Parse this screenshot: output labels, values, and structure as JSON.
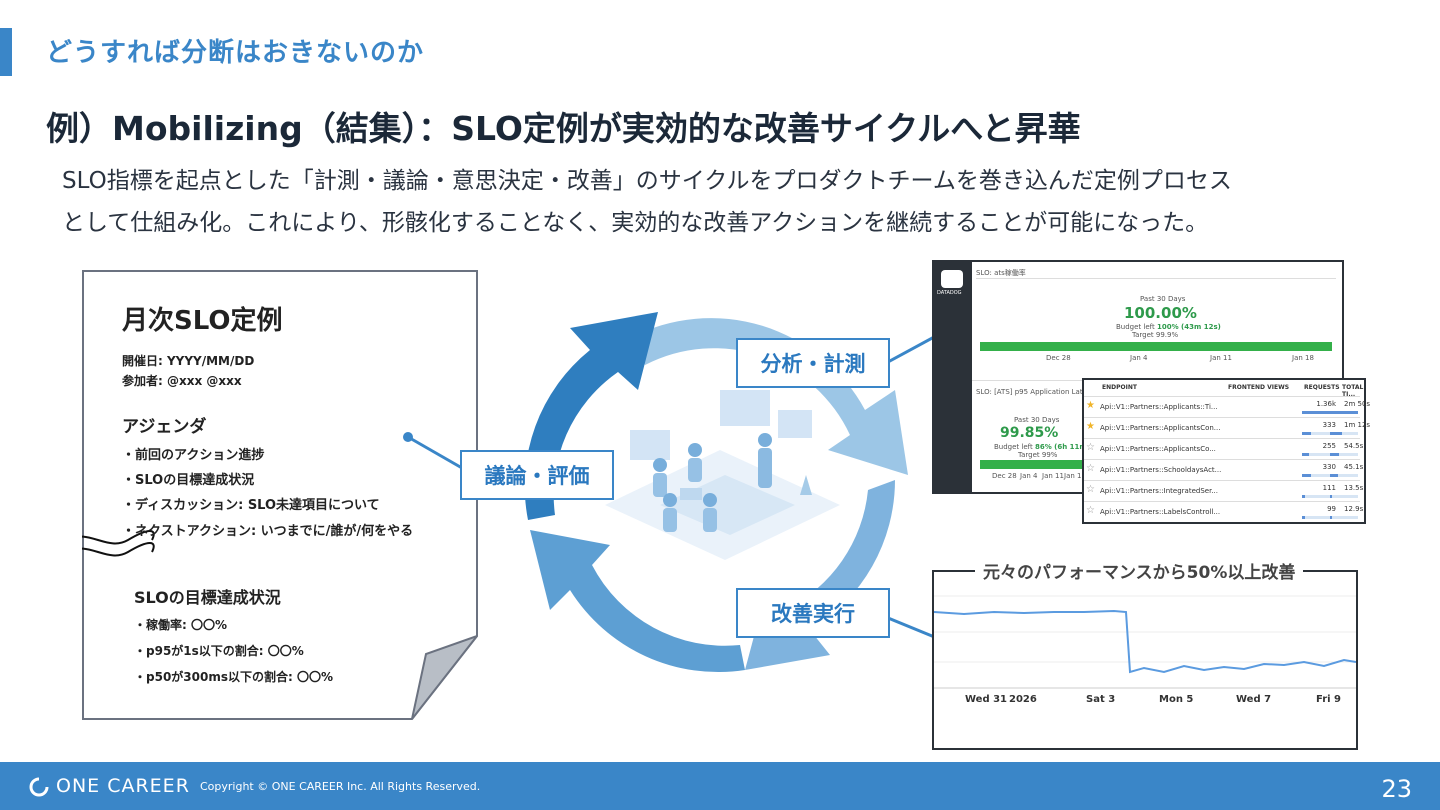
{
  "header": {
    "section_title": "どうすれば分断はおきないのか",
    "heading": "例）Mobilizing（結集）：SLO定例が実効的な改善サイクルへと昇華",
    "lead_line1": "SLO指標を起点とした「計測・議論・意思決定・改善」のサイクルをプロダクトチームを巻き込んだ定例プロセス",
    "lead_line2": "として仕組み化。これにより、形骸化することなく、実効的な改善アクションを継続することが可能になった。"
  },
  "document": {
    "title": "月次SLO定例",
    "date_line": "開催日: YYYY/MM/DD",
    "attendees_line": "参加者: @xxx @xxx",
    "agenda_heading": "アジェンダ",
    "agenda_items": [
      "・前回のアクション進捗",
      "・SLOの目標達成状況",
      "・ディスカッション: SLO未達項目について",
      "・ネクストアクション: いつまでに/誰が/何をやる"
    ],
    "status_heading": "SLOの目標達成状況",
    "status_items": [
      "・稼働率: 〇〇%",
      "・p95が1s以下の割合: 〇〇%",
      "・p50が300ms以下の割合: 〇〇%"
    ]
  },
  "cycle": {
    "label_discuss": "議論・評価",
    "label_analyze": "分析・計測",
    "label_improve": "改善実行",
    "colors": {
      "dark": "#2f7ebf",
      "mid": "#5d9fd3",
      "light": "#9cc6e6"
    }
  },
  "slo_panel_1": {
    "logo_text": "DATADOG",
    "title": "SLO: ats稼働率",
    "period": "Past 30 Days",
    "value": "100.00%",
    "budget_label": "Budget left",
    "budget_value": "100% (43m 12s)",
    "target_label": "Target",
    "target_value": "99.9%",
    "bar_fill": 1.0,
    "ticks": [
      "Dec 28",
      "Jan 4",
      "Jan 11",
      "Jan 18"
    ]
  },
  "slo_panel_2": {
    "title": "SLO: [ATS] p95 Application Laten...",
    "period": "Past 30 Days",
    "value": "99.85%",
    "budget_label": "Budget left",
    "budget_value": "86% (6h 11m)",
    "target_label": "Target",
    "target_value": "99%",
    "ticks": [
      "Dec 28",
      "Jan 4",
      "Jan 11",
      "Jan 18"
    ]
  },
  "endpoint_table": {
    "headers": [
      "ENDPOINT",
      "FRONTEND VIEWS",
      "REQUESTS",
      "TOTAL TI..."
    ],
    "rows": [
      {
        "starred": true,
        "endpoint": "Api::V1::Partners::Applicants::Ti...",
        "requests": "1.36k",
        "req_fill": 1.0,
        "time": "2m 50s",
        "time_fill": 1.0
      },
      {
        "starred": true,
        "endpoint": "Api::V1::Partners::ApplicantsCon...",
        "requests": "333",
        "req_fill": 0.25,
        "time": "1m 12s",
        "time_fill": 0.42
      },
      {
        "starred": false,
        "endpoint": "Api::V1::Partners::ApplicantsCo...",
        "requests": "255",
        "req_fill": 0.19,
        "time": "54.5s",
        "time_fill": 0.32
      },
      {
        "starred": false,
        "endpoint": "Api::V1::Partners::SchooldaysAct...",
        "requests": "330",
        "req_fill": 0.24,
        "time": "45.1s",
        "time_fill": 0.27
      },
      {
        "starred": false,
        "endpoint": "Api::V1::Partners::IntegratedSer...",
        "requests": "111",
        "req_fill": 0.08,
        "time": "13.5s",
        "time_fill": 0.08
      },
      {
        "starred": false,
        "endpoint": "Api::V1::Partners::LabelsControll...",
        "requests": "99",
        "req_fill": 0.07,
        "time": "12.9s",
        "time_fill": 0.08
      }
    ]
  },
  "graph": {
    "caption": "元々のパフォーマンスから50%以上改善",
    "x_ticks": [
      "Wed 31",
      "2026",
      "Sat 3",
      "Mon 5",
      "Wed 7",
      "Fri 9"
    ],
    "line_color": "#5b9be0"
  },
  "footer": {
    "brand": "ONE CAREER",
    "copyright": "Copyright © ONE CAREER Inc. All Rights Reserved.",
    "page_number": "23"
  }
}
